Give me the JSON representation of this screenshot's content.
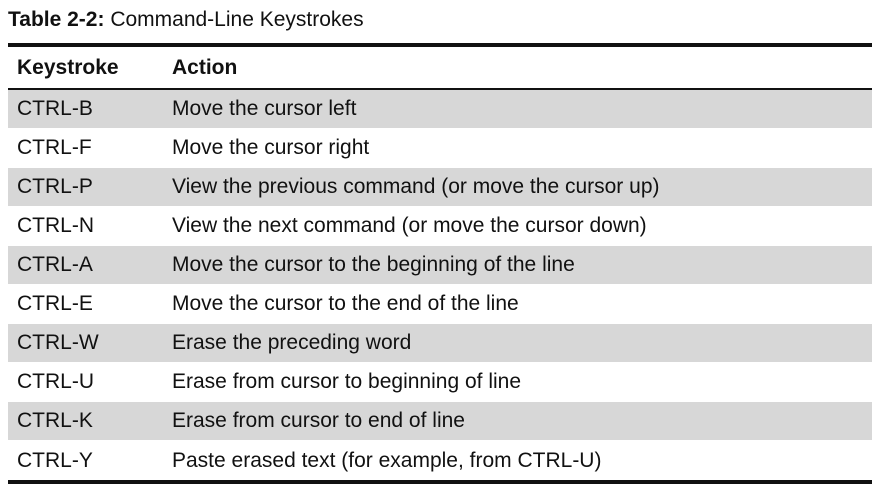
{
  "caption": {
    "label": "Table 2-2:",
    "title": "Command-Line Keystrokes"
  },
  "table": {
    "headers": [
      "Keystroke",
      "Action"
    ],
    "rows": [
      [
        "CTRL-B",
        "Move the cursor left"
      ],
      [
        "CTRL-F",
        "Move the cursor right"
      ],
      [
        "CTRL-P",
        "View the previous command (or move the cursor up)"
      ],
      [
        "CTRL-N",
        "View the next command (or move the cursor down)"
      ],
      [
        "CTRL-A",
        "Move the cursor to the beginning of the line"
      ],
      [
        "CTRL-E",
        "Move the cursor to the end of the line"
      ],
      [
        "CTRL-W",
        "Erase the preceding word"
      ],
      [
        "CTRL-U",
        "Erase from cursor to beginning of line"
      ],
      [
        "CTRL-K",
        "Erase from cursor to end of line"
      ],
      [
        "CTRL-Y",
        "Paste erased text (for example, from CTRL-U)"
      ]
    ]
  },
  "colors": {
    "row_shade": "#d7d7d7",
    "rule": "#111111",
    "text": "#111111"
  }
}
